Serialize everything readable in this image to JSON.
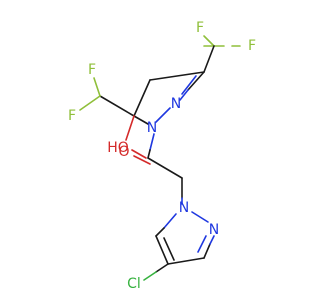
{
  "molecule": {
    "atoms": {
      "f_top_left": "F",
      "f_top_right": "F",
      "f_left_top": "F",
      "f_left_bottom": "F",
      "n_ring1_a": "N",
      "n_ring1_b": "N",
      "hydroxyl": "HO",
      "carbonyl_o": "O",
      "n_ring2_a": "N",
      "n_ring2_b": "N",
      "chlorine": "Cl"
    },
    "colors": {
      "carbon_bond": "#1a1a1a",
      "nitrogen": "#1f38e0",
      "oxygen": "#d42a2a",
      "fluorine": "#8fbf3a",
      "chlorine": "#36b23f"
    }
  }
}
